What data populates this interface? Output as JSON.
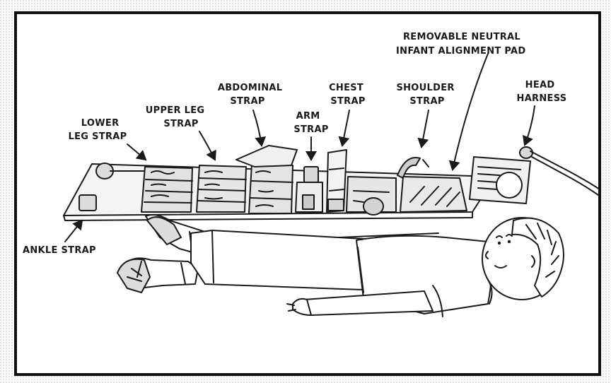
{
  "labels": {
    "removable_pad": [
      "REMOVABLE NEUTRAL",
      "INFANT ALIGNMENT PAD"
    ],
    "head_harness": [
      "HEAD",
      "HARNESS"
    ],
    "shoulder_strap": [
      "SHOULDER",
      "STRAP"
    ],
    "chest_strap": [
      "CHEST",
      "STRAP"
    ],
    "arm_strap": [
      "ARM",
      "STRAP"
    ],
    "abdominal_strap": [
      "ABDOMINAL",
      "STRAP"
    ],
    "upper_leg_strap": [
      "UPPER LEG",
      "STRAP"
    ],
    "lower_leg_strap": [
      "LOWER",
      "LEG STRAP"
    ],
    "ankle_strap": [
      "ANKLE STRAP"
    ]
  }
}
